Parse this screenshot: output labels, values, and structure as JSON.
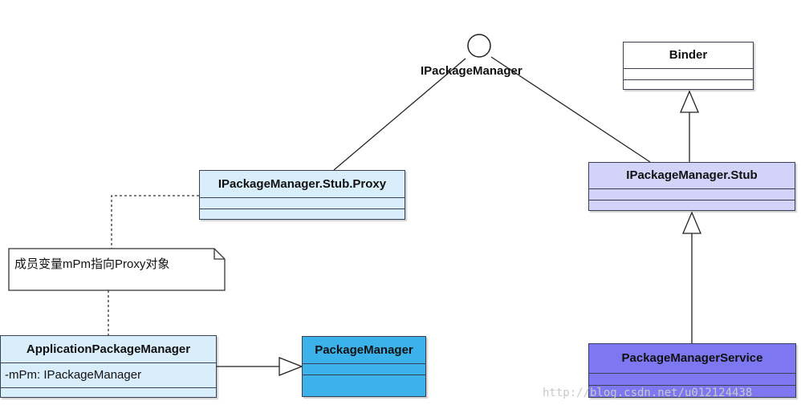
{
  "interface": {
    "label": "IPackageManager"
  },
  "classes": {
    "binder": {
      "name": "Binder",
      "fill": "#ffffff"
    },
    "stub": {
      "name": "IPackageManager.Stub",
      "fill": "#d2d3f8"
    },
    "proxy": {
      "name": "IPackageManager.Stub.Proxy",
      "fill": "#d9eefb"
    },
    "app_pm": {
      "name": "ApplicationPackageManager",
      "attribute": "-mPm: IPackageManager",
      "fill": "#d9eefb"
    },
    "pm": {
      "name": "PackageManager",
      "fill": "#3bb2ea"
    },
    "pms": {
      "name": "PackageManagerService",
      "fill": "#7d78f2"
    }
  },
  "note": {
    "text": "成员变量mPm指向Proxy对象"
  },
  "watermark": {
    "text": "http://blog.csdn.net/u012124438"
  }
}
